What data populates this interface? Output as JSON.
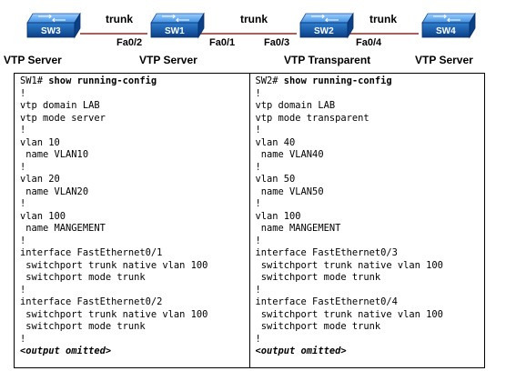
{
  "topology": {
    "switches": [
      {
        "name": "SW3",
        "mode": "VTP Server"
      },
      {
        "name": "SW1",
        "mode": "VTP Server"
      },
      {
        "name": "SW2",
        "mode": "VTP Transparent"
      },
      {
        "name": "SW4",
        "mode": "VTP Server"
      }
    ],
    "links": [
      {
        "label": "trunk",
        "port_left": "Fa0/2",
        "port_right": ""
      },
      {
        "label": "trunk",
        "port_left": "Fa0/1",
        "port_right": "Fa0/3"
      },
      {
        "label": "trunk",
        "port_left": "Fa0/4",
        "port_right": ""
      }
    ],
    "colors": {
      "switch_fill": "#2f7fd0",
      "switch_dark": "#0b3f86",
      "link": "#8b2a2a"
    }
  },
  "configs": [
    {
      "prompt": "SW1#",
      "command": "show running-config",
      "lines": [
        "!",
        "vtp domain LAB",
        "vtp mode server",
        "!",
        "vlan 10",
        " name VLAN10",
        "!",
        "vlan 20",
        " name VLAN20",
        "!",
        "vlan 100",
        " name MANGEMENT",
        "!",
        "interface FastEthernet0/1",
        " switchport trunk native vlan 100",
        " switchport mode trunk",
        "!",
        "interface FastEthernet0/2",
        " switchport trunk native vlan 100",
        " switchport mode trunk",
        "!"
      ],
      "omitted": "<output omitted>"
    },
    {
      "prompt": "SW2#",
      "command": "show running-config",
      "lines": [
        "!",
        "vtp domain LAB",
        "vtp mode transparent",
        "!",
        "vlan 40",
        " name VLAN40",
        "!",
        "vlan 50",
        " name VLAN50",
        "!",
        "vlan 100",
        " name MANGEMENT",
        "!",
        "interface FastEthernet0/3",
        " switchport trunk native vlan 100",
        " switchport mode trunk",
        "!",
        "interface FastEthernet0/4",
        " switchport trunk native vlan 100",
        " switchport mode trunk",
        "!"
      ],
      "omitted": "<output omitted>"
    }
  ]
}
